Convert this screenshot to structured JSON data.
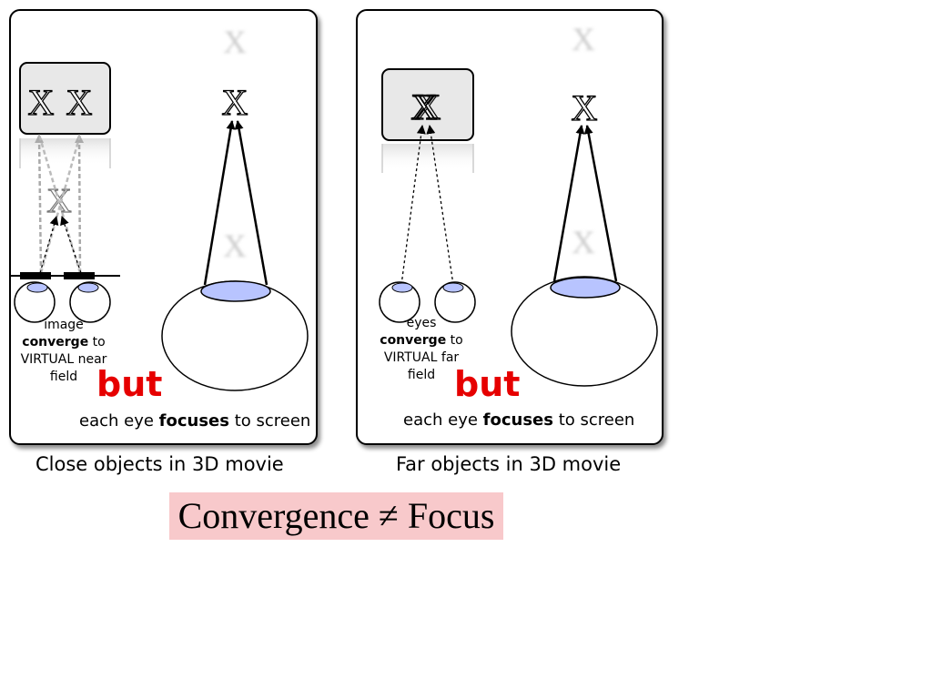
{
  "left_panel": {
    "screen_marks": [
      "X",
      "X"
    ],
    "virtual_mark": "X",
    "big_eye_target": "X",
    "ghost_marks": [
      "X",
      "X"
    ],
    "eyes_label": "image",
    "converge_word": "converge",
    "converge_suffix": " to",
    "virtual_text": "VIRTUAL near",
    "field_text": "field",
    "but": "but",
    "focus_prefix": "each eye ",
    "focus_word": "focuses",
    "focus_suffix": " to screen",
    "caption": "Close objects in 3D movie"
  },
  "right_panel": {
    "screen_mark": "X",
    "big_eye_target": "X",
    "ghost_marks": [
      "X",
      "X"
    ],
    "eyes_label": "eyes",
    "converge_word": "converge",
    "converge_suffix": " to",
    "virtual_text": "VIRTUAL far",
    "field_text": "field",
    "but": "but",
    "focus_prefix": "each eye ",
    "focus_word": "focuses",
    "focus_suffix": " to screen",
    "caption": "Far objects in 3D movie"
  },
  "banner": "Convergence ≠ Focus",
  "colors": {
    "pupil": "#b8c4ff",
    "screen_box": "#e8e8e8",
    "banner_bg": "#f8c9cb",
    "but_red": "#e60000"
  }
}
